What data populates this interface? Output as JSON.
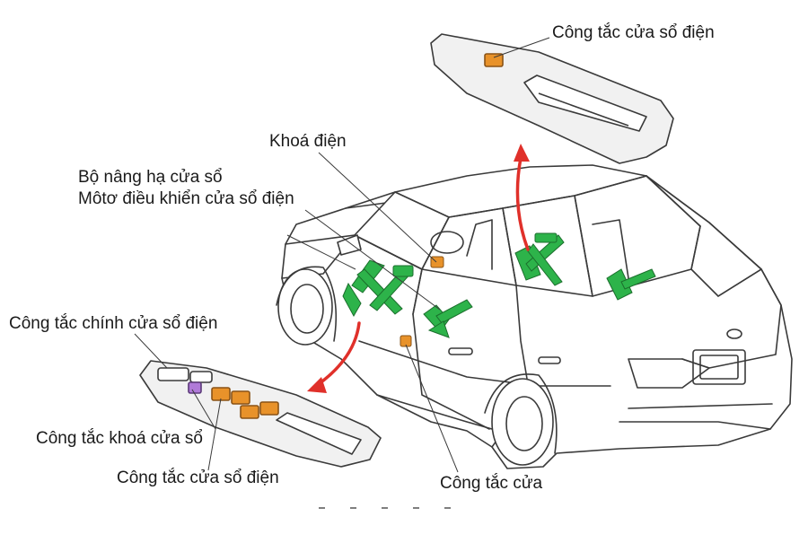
{
  "diagram": {
    "labels": {
      "power_window_switch_top": "Công tắc cửa sổ điện",
      "power_lock": "Khoá điện",
      "window_regulator": "Bộ nâng hạ cửa sổ",
      "window_motor": "Môtơ điều khiển cửa sổ điện",
      "master_window_switch": "Công tắc chính cửa sổ điện",
      "window_lock_switch": "Công tắc khoá cửa sổ",
      "power_window_switch_bottom": "Công tắc cửa sổ điện",
      "door_switch": "Công tắc cửa"
    },
    "colors": {
      "outline": "#3a3a3a",
      "mechanism": "#2db34a",
      "switch": "#e8922a",
      "lock_switch": "#b07ad8",
      "arrow": "#e0302a"
    }
  }
}
